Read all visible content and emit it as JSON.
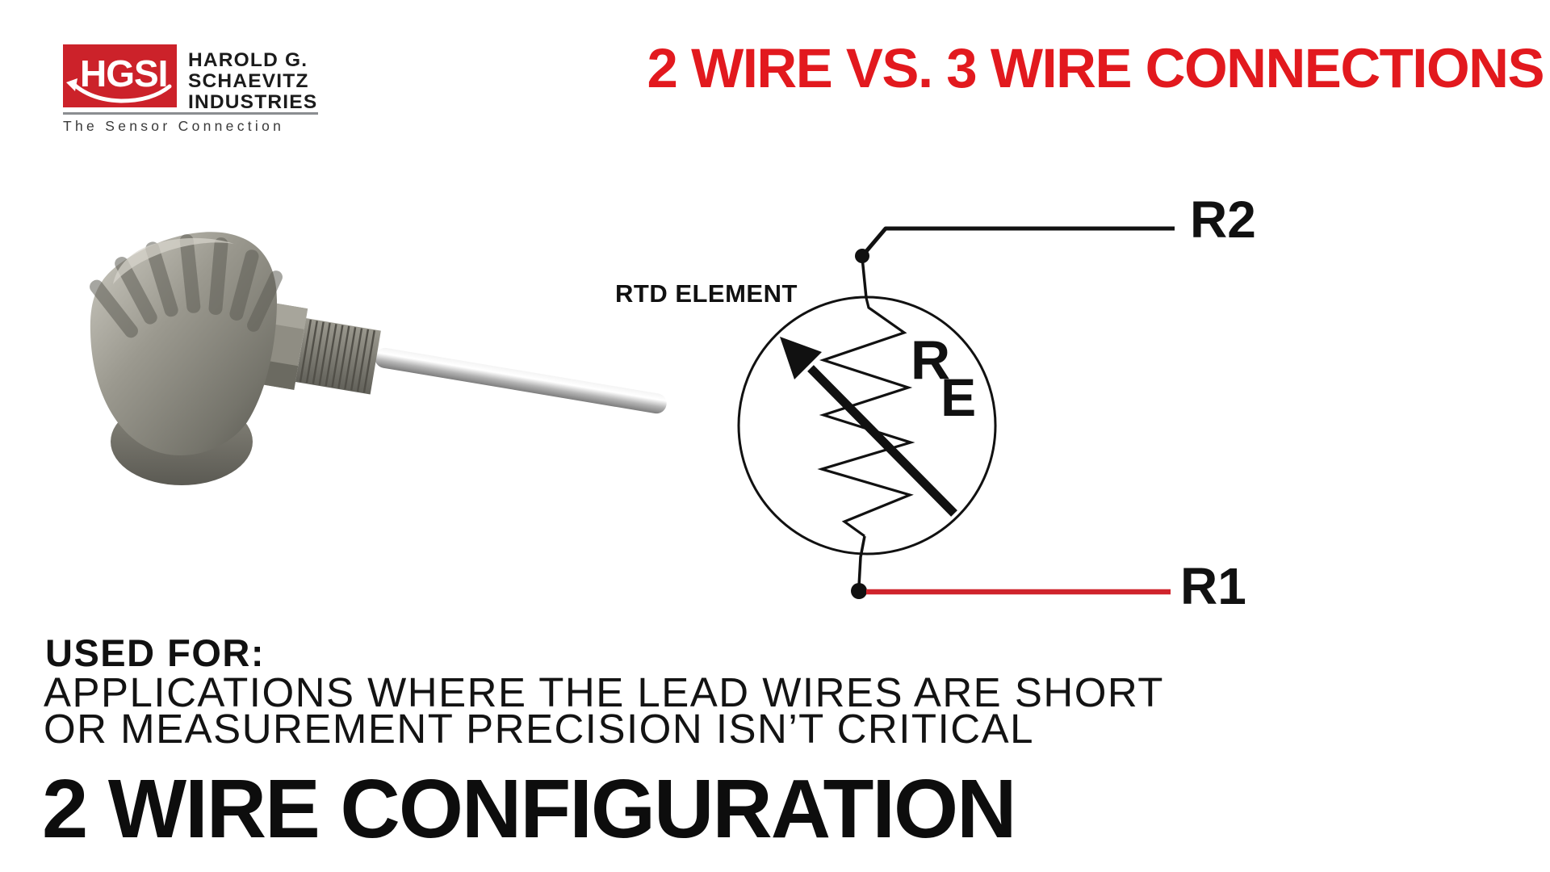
{
  "colors": {
    "brand_red": "#cc222a",
    "title_red": "#e2191e",
    "wire_red": "#d0242c",
    "ink": "#111111"
  },
  "header": {
    "logo": {
      "abbr": "HGSI",
      "company_lines": [
        "HAROLD G.",
        "SCHAEVITZ",
        "INDUSTRIES"
      ],
      "tagline": "The Sensor Connection"
    },
    "title": "2 WIRE VS. 3 WIRE CONNECTIONS"
  },
  "diagram": {
    "element_label": "RTD ELEMENT",
    "resistor_symbol": {
      "letter": "R",
      "subscript": "E"
    },
    "terminals": {
      "top": "R2",
      "bottom": "R1"
    },
    "sensor_image": "rtd-probe-with-connection-head"
  },
  "body": {
    "used_for_label": "USED FOR:",
    "description_lines": [
      "APPLICATIONS WHERE THE LEAD WIRES ARE SHORT",
      "OR MEASUREMENT PRECISION ISN’T CRITICAL"
    ],
    "heading": "2 WIRE CONFIGURATION"
  }
}
